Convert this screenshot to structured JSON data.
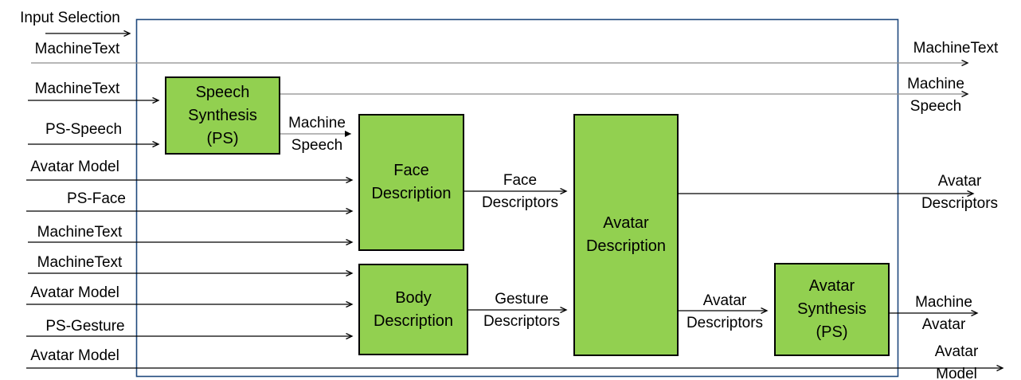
{
  "diagram": {
    "kind": "block-diagram",
    "frame_name": "system-boundary"
  },
  "colors": {
    "box_fill": "#92D050",
    "box_border": "#000000",
    "frame_border": "#1F497D",
    "black_line": "#000000",
    "gray_line": "#8C8C8C"
  },
  "boxes": {
    "speech_synthesis": "Speech\nSynthesis\n(PS)",
    "face_description": "Face\nDescription",
    "body_description": "Body\nDescription",
    "avatar_description": "Avatar\nDescription",
    "avatar_synthesis": "Avatar\nSynthesis\n(PS)"
  },
  "inputs": [
    "Input Selection",
    "MachineText",
    "MachineText",
    "PS-Speech",
    "Avatar Model",
    "PS-Face",
    "MachineText",
    "MachineText",
    "Avatar Model",
    "PS-Gesture",
    "Avatar Model"
  ],
  "outputs": [
    "MachineText",
    "Machine\nSpeech",
    "Avatar\nDescriptors",
    "Machine\nAvatar",
    "Avatar Model"
  ],
  "edge_labels": {
    "machine_speech": "Machine\nSpeech",
    "face_descriptors": "Face\nDescriptors",
    "gesture_descriptors": "Gesture\nDescriptors",
    "avatar_descriptors": "Avatar\nDescriptors"
  }
}
